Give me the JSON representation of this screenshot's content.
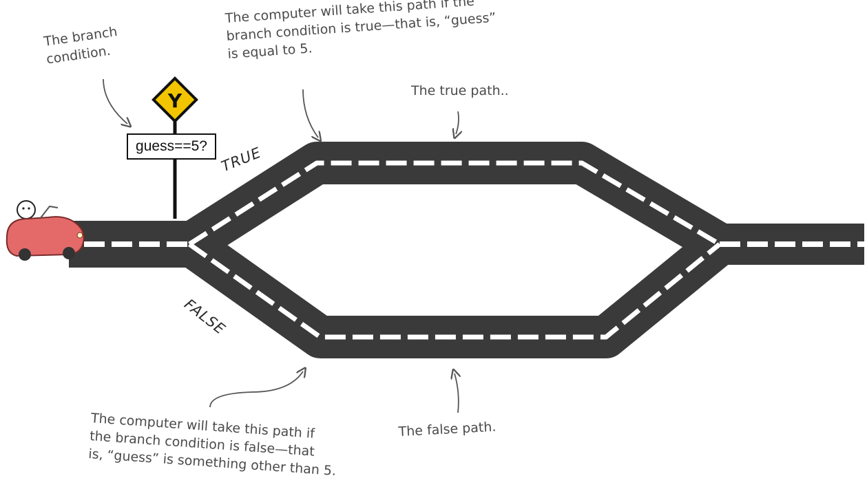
{
  "annotations": {
    "branch_condition": "The branch\ncondition.",
    "true_path_description": "The computer will take this path if the\nbranch condition is true—that is, “guess”\nis equal to 5.",
    "true_path": "The true path..",
    "false_path": "The false path.",
    "false_path_description": "The computer will take this path if\nthe branch condition is false—that\nis, “guess” is something other than 5."
  },
  "sign": {
    "condition": "guess==5?",
    "road_sign_letter": "Y"
  },
  "road_labels": {
    "true": "TRUE",
    "false": "FALSE"
  },
  "icons": {
    "road_sign": "y-junction-sign-icon",
    "car": "car-with-driver-icon"
  },
  "colors": {
    "road": "#3a3a3a",
    "lane_marking": "#ffffff",
    "sign_yellow": "#f2c500",
    "car": "#e46a6a",
    "annotation_text": "#4a4a4a"
  }
}
